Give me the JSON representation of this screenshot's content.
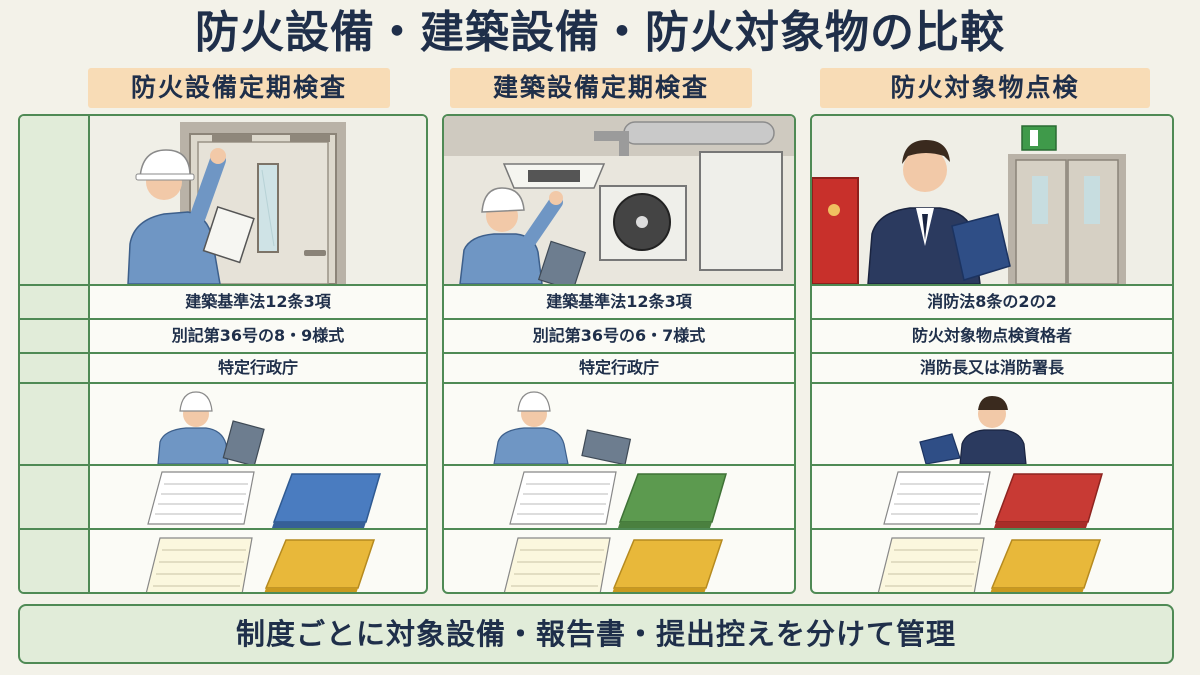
{
  "title": "防火設備・建築設備・防火対象物の比較",
  "columns": [
    {
      "header": "防火設備定期検査",
      "rows": [
        "建築基準法12条3項",
        "別記第36号の8・9様式",
        "特定行政庁"
      ],
      "binder_colors": [
        "#4a7cc0",
        "#e8b83a"
      ],
      "icons": [
        "inspector-helmet-icon",
        "fire-door-icon",
        "report-form-icon",
        "binder-icon"
      ]
    },
    {
      "header": "建築設備定期検査",
      "rows": [
        "建築基準法12条3項",
        "別記第36号の6・7様式",
        "特定行政庁"
      ],
      "binder_colors": [
        "#5c9a4f",
        "#e8b83a"
      ],
      "icons": [
        "inspector-helmet-icon",
        "ventilation-fan-icon",
        "report-form-icon",
        "binder-icon"
      ]
    },
    {
      "header": "防火対象物点検",
      "rows": [
        "消防法8条の2の2",
        "防火対象物点検資格者",
        "消防長又は消防署長"
      ],
      "binder_colors": [
        "#c83a34",
        "#e8b83a"
      ],
      "icons": [
        "inspector-suit-icon",
        "exit-sign-icon",
        "report-form-icon",
        "binder-icon"
      ]
    }
  ],
  "footer": "制度ごとに対象設備・報告書・提出控えを分けて管理",
  "colors": {
    "border": "#4f8a55",
    "sidebar": "#e1ecd9",
    "header_bg": "#f8dcb6",
    "title": "#1f2f4a"
  }
}
